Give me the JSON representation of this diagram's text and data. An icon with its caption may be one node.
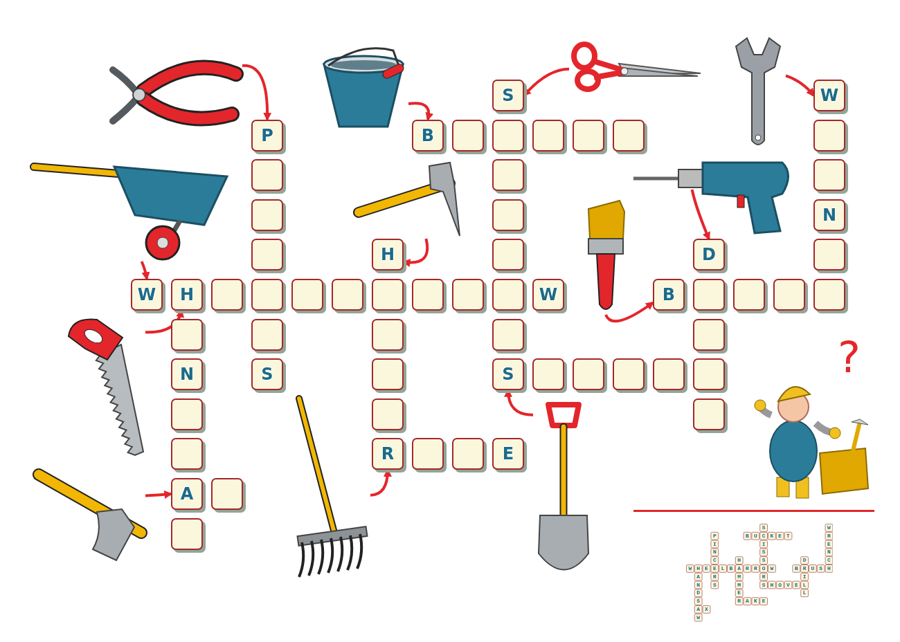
{
  "diagram": {
    "nodes": [
      {
        "text": [],
        "shape": "picture"
      },
      {
        "text": [],
        "shape": "picture"
      },
      {
        "text": [],
        "shape": "picture"
      },
      {
        "text": [],
        "shape": "picture"
      },
      {
        "text": [],
        "shape": "picture"
      },
      {
        "text": [],
        "shape": "picture"
      },
      {
        "text": [],
        "shape": "picture"
      },
      {
        "text": [],
        "shape": "picture"
      },
      {
        "text": [],
        "shape": "picture"
      },
      {
        "text": [],
        "shape": "picture"
      },
      {
        "text": [],
        "shape": "picture"
      },
      {
        "text": [],
        "shape": "picture"
      },
      {
        "text": [
          "S"
        ]
      },
      {
        "text": [
          "W"
        ]
      },
      {
        "text": [
          "P"
        ]
      },
      {
        "text": [
          "B"
        ]
      },
      {
        "text": [],
        "shape": "box"
      },
      {
        "text": [],
        "shape": "box"
      },
      {
        "text": [],
        "shape": "box"
      },
      {
        "text": [],
        "shape": "box"
      },
      {
        "text": [],
        "shape": "box"
      },
      {
        "text": [],
        "shape": "box"
      },
      {
        "text": [],
        "shape": "box"
      },
      {
        "text": [],
        "shape": "box"
      },
      {
        "text": [],
        "shape": "box"
      },
      {
        "text": [],
        "shape": "box"
      },
      {
        "text": [],
        "shape": "box"
      },
      {
        "text": [
          "N"
        ]
      },
      {
        "text": [],
        "shape": "box"
      },
      {
        "text": [
          "H"
        ]
      },
      {
        "text": [],
        "shape": "box"
      },
      {
        "text": [
          "D"
        ]
      },
      {
        "text": [],
        "shape": "box"
      },
      {
        "text": [
          "W"
        ]
      },
      {
        "text": [
          "H"
        ]
      },
      {
        "text": [],
        "shape": "box"
      },
      {
        "text": [],
        "shape": "box"
      },
      {
        "text": [],
        "shape": "box"
      },
      {
        "text": [],
        "shape": "box"
      },
      {
        "text": [],
        "shape": "box"
      },
      {
        "text": [],
        "shape": "box"
      },
      {
        "text": [],
        "shape": "box"
      },
      {
        "text": [],
        "shape": "box"
      },
      {
        "text": [
          "W"
        ]
      },
      {
        "text": [
          "B"
        ]
      },
      {
        "text": [],
        "shape": "box"
      },
      {
        "text": [],
        "shape": "box"
      },
      {
        "text": [],
        "shape": "box"
      },
      {
        "text": [],
        "shape": "box"
      },
      {
        "text": [],
        "shape": "box"
      },
      {
        "text": [],
        "shape": "box"
      },
      {
        "text": [],
        "shape": "box"
      },
      {
        "text": [],
        "shape": "box"
      },
      {
        "text": [],
        "shape": "box"
      },
      {
        "text": [
          "N"
        ]
      },
      {
        "text": [
          "S"
        ]
      },
      {
        "text": [],
        "shape": "box"
      },
      {
        "text": [
          "S"
        ]
      },
      {
        "text": [],
        "shape": "box"
      },
      {
        "text": [],
        "shape": "box"
      },
      {
        "text": [],
        "shape": "box"
      },
      {
        "text": [],
        "shape": "box"
      },
      {
        "text": [],
        "shape": "box"
      },
      {
        "text": [],
        "shape": "box"
      },
      {
        "text": [],
        "shape": "box"
      },
      {
        "text": [],
        "shape": "box"
      },
      {
        "text": [],
        "shape": "box"
      },
      {
        "text": [
          "R"
        ]
      },
      {
        "text": [],
        "shape": "box"
      },
      {
        "text": [],
        "shape": "box"
      },
      {
        "text": [
          "E"
        ]
      },
      {
        "text": [
          "A"
        ]
      },
      {
        "text": [],
        "shape": "box"
      },
      {
        "text": [],
        "shape": "box"
      }
    ],
    "edges": [
      {
        "from": 0,
        "to": 14,
        "arrow": "to"
      },
      {
        "from": 1,
        "to": 15,
        "arrow": "to"
      },
      {
        "from": 2,
        "to": 12,
        "arrow": "to"
      },
      {
        "from": 3,
        "to": 13,
        "arrow": "to"
      },
      {
        "from": 4,
        "to": 33,
        "arrow": "to"
      },
      {
        "from": 5,
        "to": 29,
        "arrow": "to"
      },
      {
        "from": 6,
        "to": 31,
        "arrow": "to"
      },
      {
        "from": 7,
        "to": 44,
        "arrow": "to"
      },
      {
        "from": 8,
        "to": 34,
        "arrow": "to"
      },
      {
        "from": 9,
        "to": 71,
        "arrow": "to"
      },
      {
        "from": 10,
        "to": 67,
        "arrow": "to"
      },
      {
        "from": 11,
        "to": 57,
        "arrow": "to"
      }
    ],
    "labels": [
      "?",
      "S",
      "W",
      "P",
      "BUCKET",
      "R",
      "I",
      "I",
      "E",
      "N",
      "S",
      "N",
      "C",
      "H",
      "S",
      "D",
      "C",
      "WHEELBARROW",
      "BRUSH",
      "A",
      "R",
      "M",
      "R",
      "I",
      "N",
      "S",
      "M",
      "SHOVEL",
      "D",
      "E",
      "L",
      "S",
      "RAKE",
      "AX",
      "W"
    ]
  }
}
